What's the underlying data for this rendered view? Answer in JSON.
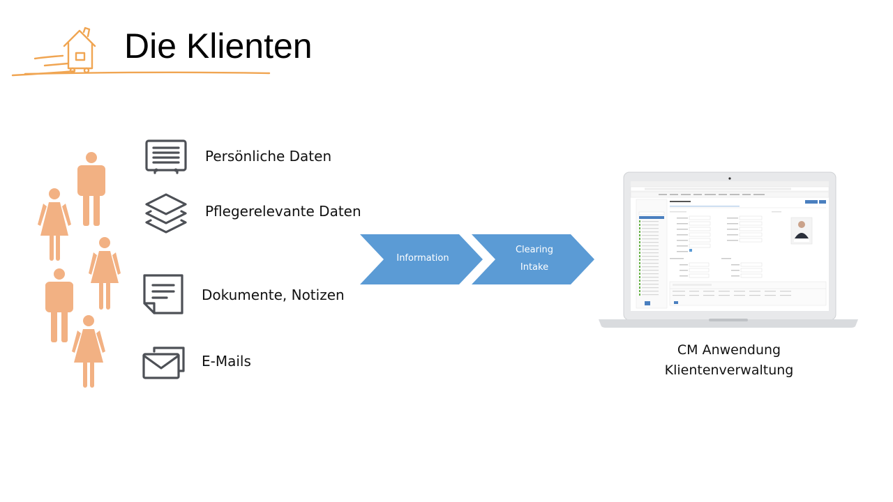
{
  "slide": {
    "title": "Die Klienten",
    "accent_color": "#f0a552",
    "person_color": "#f2b183",
    "chevron_color": "#5b9bd5",
    "icon_color": "#4d5056"
  },
  "data_items": [
    {
      "icon": "form-icon",
      "label": "Persönliche Daten"
    },
    {
      "icon": "layers-icon",
      "label": "Pflegerelevante Daten"
    },
    {
      "icon": "document-icon",
      "label": "Dokumente, Notizen"
    },
    {
      "icon": "envelopes-icon",
      "label": "E-Mails"
    }
  ],
  "process": [
    {
      "lines": [
        "Information"
      ]
    },
    {
      "lines": [
        "Clearing",
        "Intake"
      ]
    }
  ],
  "application": {
    "line1": "CM Anwendung",
    "line2": "Klientenverwaltung"
  }
}
